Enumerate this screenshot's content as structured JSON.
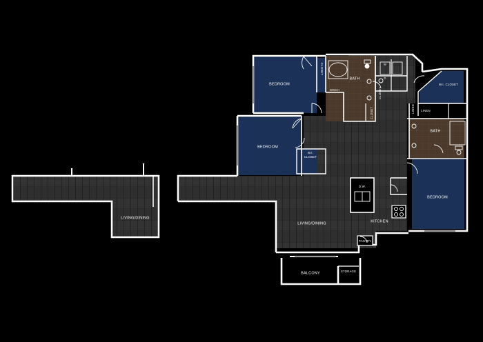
{
  "colors": {
    "background": "#000000",
    "floor": "#2a2a2a",
    "floor_plank": "#3a3a3a",
    "bedroom": "#1c3157",
    "bath": "#4b3a2b",
    "wall": "#ffffff"
  },
  "rooms": {
    "bedroom_1": "BEDROOM",
    "bedroom_2": "BEDROOM",
    "bedroom_3": "BEDROOM",
    "bath_1": "BATH",
    "bath_2": "BATH",
    "closet": "CLOSET",
    "wi_closet_1": "W.I. CLOSET",
    "wi_closet_2a": "W.I.",
    "wi_closet_2b": "CLOSET",
    "living_dining_main": "LIVING/DINING",
    "living_dining_small": "LIVING/DINING",
    "kitchen": "KITCHEN",
    "balcony": "BALCONY",
    "storage": "STORAGE",
    "pantry": "PANTRY",
    "linen": "LINEN",
    "washer": "W",
    "dryer": "D",
    "dishwasher": "D.W.",
    "wsch": "WSCH",
    "closet_small": "CLOSET",
    "linen_vertical": "LINEN",
    "bath_closet": "CLOSET"
  }
}
